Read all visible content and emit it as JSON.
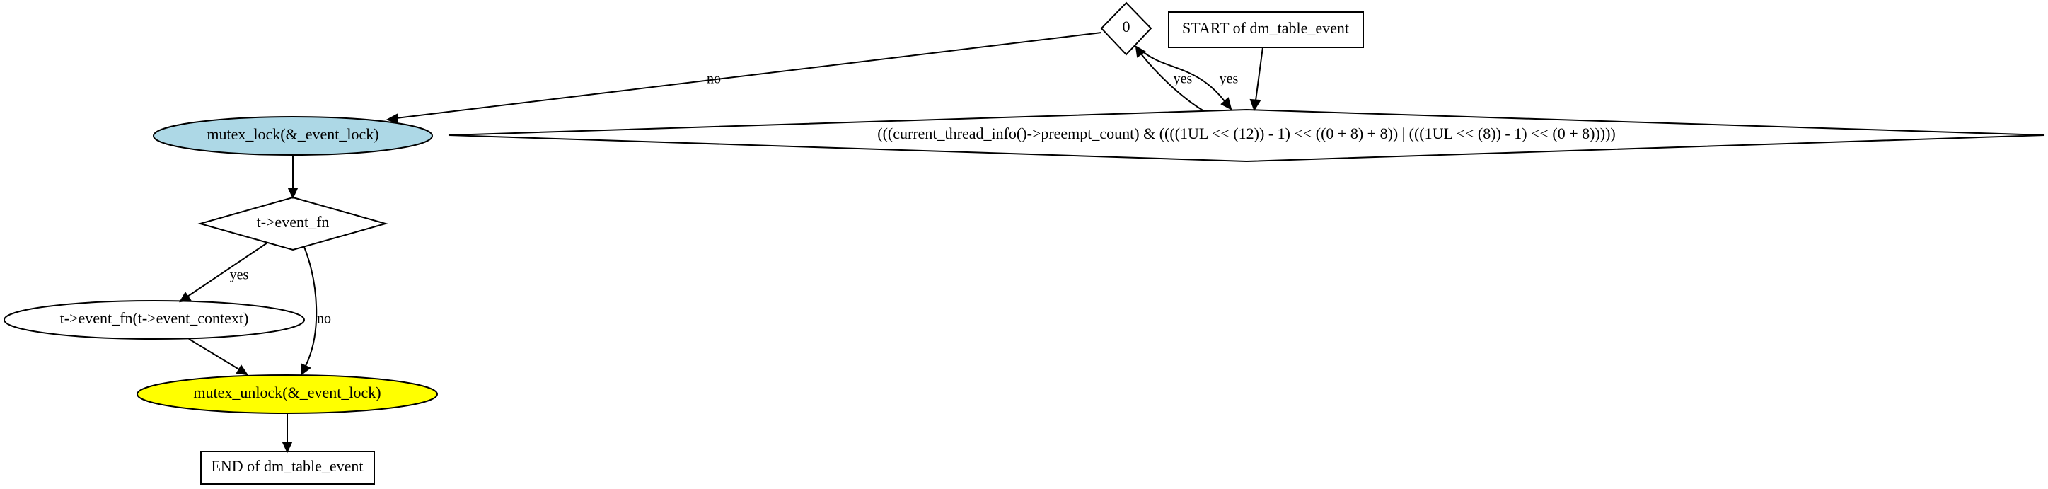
{
  "nodes": {
    "start": "START of dm_table_event",
    "zero_decision": "0",
    "preempt_decision": "(((current_thread_info()->preempt_count) & ((((1UL << (12)) - 1) << ((0 + 8) + 8)) | (((1UL << (8)) - 1) << (0 + 8)))))",
    "mutex_lock": "mutex_lock(&_event_lock)",
    "event_fn_decision": "t->event_fn",
    "event_fn_call": "t->event_fn(t->event_context)",
    "mutex_unlock": "mutex_unlock(&_event_lock)",
    "end": "END of dm_table_event"
  },
  "edges": {
    "zero_to_lock": "no",
    "preempt_to_zero": "yes",
    "zero_to_preempt": "yes",
    "fn_to_call": "yes",
    "fn_to_unlock": "no"
  },
  "colors": {
    "mutex_lock_fill": "#add8e6",
    "mutex_unlock_fill": "#ffff00",
    "default_fill": "#ffffff"
  }
}
